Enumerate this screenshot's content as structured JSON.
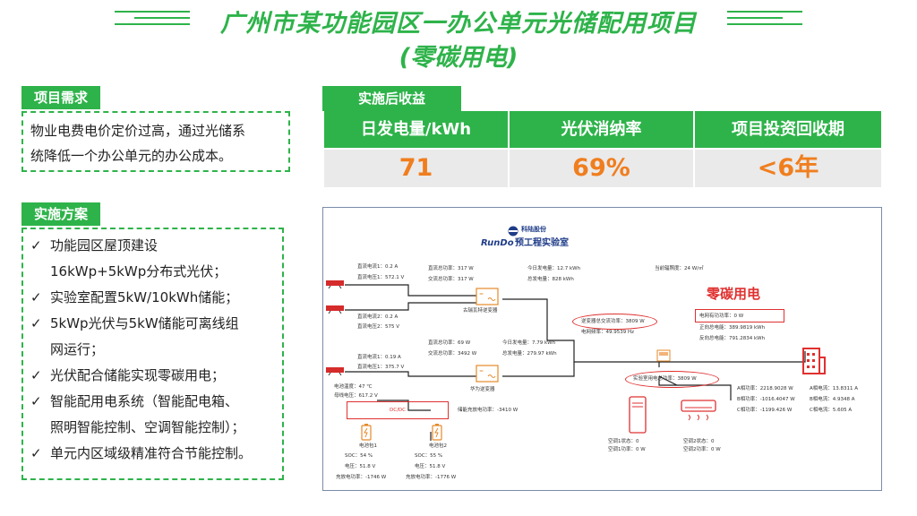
{
  "header": {
    "title_line1": "广州市某功能园区一办公单元光储配用项目",
    "title_line2": "(零碳用电)"
  },
  "requirement": {
    "tag": "项目需求",
    "line1": "物业电费电价定价过高，通过光储系",
    "line2": "统降低一个办公单元的办公成本。"
  },
  "plan": {
    "tag": "实施方案",
    "items": [
      {
        "l1": "功能园区屋顶建设",
        "l2": "16kWp+5kWp分布式光伏；"
      },
      {
        "l1": "实验室配置5kW/10kWh储能；",
        "l2": ""
      },
      {
        "l1": "5kWp光伏与5kW储能可离线组",
        "l2": "网运行；"
      },
      {
        "l1": "光伏配合储能实现零碳用电；",
        "l2": ""
      },
      {
        "l1": "智能配用电系统（智能配电箱、",
        "l2": "照明智能控制、空调智能控制）；"
      },
      {
        "l1": "单元内区域级精准符合节能控制。",
        "l2": ""
      }
    ],
    "check": "✓"
  },
  "benefits": {
    "tag": "实施后收益",
    "headers": [
      "日发电量/kWh",
      "光伏消纳率",
      "项目投资回收期"
    ],
    "values": [
      "71",
      "69%",
      "<6年"
    ]
  },
  "diagram": {
    "company": "科陆股份",
    "lab_title": "预工程实验室",
    "lab_logo": "RunDo",
    "zero_carbon": "零碳用电",
    "pv1": {
      "i1": "直流电流1：0.2 A",
      "u1": "直流电压1：572.1 V"
    },
    "pv2": {
      "i2": "直流电流2：0.2 A",
      "u2": "直流电压2：575 V"
    },
    "pv3": {
      "i1": "直流电流1：0.19 A",
      "u1": "直流电压1：375.7 V"
    },
    "inv1": {
      "dc": "直流总功率：317 W",
      "ac": "交流总功率：317 W",
      "today": "今日发电量：12.7 kWh",
      "total": "总发电量：828 kWh",
      "name": "古瑞瓦特逆变器"
    },
    "inv2": {
      "dc": "直流总功率：69 W",
      "ac": "交流总功率：3492 W",
      "today": "今日发电量：7.79 kWh",
      "total": "总发电量：279.97 kWh",
      "name": "华为逆变器"
    },
    "grid": {
      "irr": "当前辐照度：24 W/㎡",
      "inv_total": "逆变器总交流功率：3809 W",
      "freq": "电网频率：49.9539 Hz",
      "grid_power": "电网有功功率：0 W",
      "fwd": "正向总电能：389.9819 kWh",
      "rev": "反向总电能：791.2834 kWh",
      "lab_power": "实验室用电总功率：3809 W"
    },
    "storage": {
      "temp": "电池温度：47 ℃",
      "bus": "母线电压：617.2 V",
      "dcdc": "DC/DC",
      "charge": "储能充放电功率：-3410 W"
    },
    "bat1": {
      "name": "电池包1",
      "soc": "SOC：54 %",
      "u": "电压：51.8 V",
      "p": "充放电功率：-1746 W"
    },
    "bat2": {
      "name": "电池包2",
      "soc": "SOC：55 %",
      "u": "电压：51.8 V",
      "p": "充放电功率：-1776 W"
    },
    "ac1": {
      "s1": "空调1状态：0",
      "p1": "空调1功率：0 W"
    },
    "ac2": {
      "s2": "空调2状态：0",
      "p2": "空调2功率：0 W"
    },
    "phase_p": {
      "a": "A相功率：2218.9028 W",
      "b": "B相功率：-1016.4047 W",
      "c": "C相功率：-1199.426 W"
    },
    "phase_i": {
      "a": "A相电流：13.8311 A",
      "b": "B相电流：4.9348 A",
      "c": "C相电流：5.605 A"
    }
  },
  "colors": {
    "accent": "#2eb34a",
    "value": "#f07e1e",
    "red": "#e03030"
  }
}
